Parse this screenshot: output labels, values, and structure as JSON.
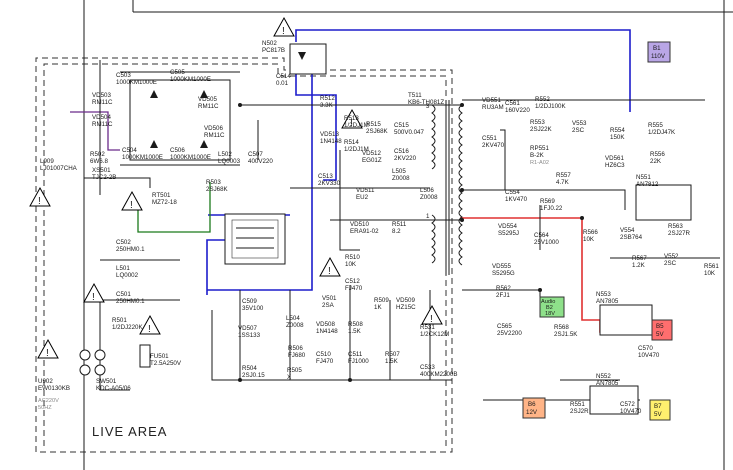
{
  "area_label": "LIVE AREA",
  "power": {
    "mains": [
      "AC220V",
      "50HZ"
    ],
    "switch": {
      "ref": "SW501",
      "part": "KDC-A05/06"
    },
    "fuse": {
      "ref": "FU501",
      "part": "T2.5A250V"
    },
    "socket": {
      "ref": "U902",
      "part": "EW0130KB"
    }
  },
  "components": [
    {
      "key": "n502",
      "ref": "N502",
      "part": "PC817B"
    },
    {
      "key": "c514",
      "ref": "C514",
      "part": "0.01"
    },
    {
      "key": "r512",
      "ref": "R512",
      "part": "3.3K"
    },
    {
      "key": "c503",
      "ref": "C503",
      "part": "1000KM1000E"
    },
    {
      "key": "c505",
      "ref": "C505",
      "part": "1000KM1000E"
    },
    {
      "key": "vd503",
      "ref": "VD503",
      "part": "RM11C"
    },
    {
      "key": "vd505",
      "ref": "VD505",
      "part": "RM11C"
    },
    {
      "key": "vd504",
      "ref": "VD504",
      "part": "RM11C"
    },
    {
      "key": "vd506",
      "ref": "VD506",
      "part": "RM11C"
    },
    {
      "key": "c504",
      "ref": "C504",
      "part": "1000KM1000E"
    },
    {
      "key": "c506",
      "ref": "C506",
      "part": "1000KM1000E"
    },
    {
      "key": "l502",
      "ref": "L502",
      "part": "LQ0003"
    },
    {
      "key": "c507",
      "ref": "C507",
      "part": "400V220"
    },
    {
      "key": "r502",
      "ref": "R502",
      "part": "6W6.8"
    },
    {
      "key": "l909",
      "ref": "L909",
      "part": "LJ01007CHA"
    },
    {
      "key": "xs501",
      "ref": "XS501",
      "part": "TJC2-2B"
    },
    {
      "key": "rt501",
      "ref": "RT501",
      "part": "MZ72-18"
    },
    {
      "key": "r503",
      "ref": "R503",
      "part": "2SJ68K"
    },
    {
      "key": "c502",
      "ref": "C502",
      "part": "250HM0.1"
    },
    {
      "key": "l501",
      "ref": "L501",
      "part": "LQ0002"
    },
    {
      "key": "c501",
      "ref": "C501",
      "part": "250HM0.1"
    },
    {
      "key": "r501",
      "ref": "R501",
      "part": "1/2DJ220K"
    },
    {
      "key": "r513",
      "ref": "R513",
      "part": "1/2DJ1M"
    },
    {
      "key": "vd513",
      "ref": "VD513",
      "part": "1N4148"
    },
    {
      "key": "r514",
      "ref": "R514",
      "part": "1/2DJ1M"
    },
    {
      "key": "r515",
      "ref": "R515",
      "part": "2SJ68K"
    },
    {
      "key": "c515",
      "ref": "C515",
      "part": "500V0.047"
    },
    {
      "key": "vd512",
      "ref": "VD512",
      "part": "EG01Z"
    },
    {
      "key": "c516",
      "ref": "C516",
      "part": "2KV220"
    },
    {
      "key": "l505",
      "ref": "L505",
      "part": "Z0008"
    },
    {
      "key": "c513",
      "ref": "C513",
      "part": "2KV330"
    },
    {
      "key": "vd511",
      "ref": "VD511",
      "part": "EU2"
    },
    {
      "key": "l506",
      "ref": "L506",
      "part": "Z0008"
    },
    {
      "key": "t511",
      "ref": "T511",
      "part": "KB6-TH081Z"
    },
    {
      "key": "vd551",
      "ref": "VD551",
      "part": "RU3AM"
    },
    {
      "key": "c561",
      "ref": "C561",
      "part": "160V220"
    },
    {
      "key": "c551",
      "ref": "C551",
      "part": "2KV470"
    },
    {
      "key": "r552",
      "ref": "R552",
      "part": "1/2DJ100K"
    },
    {
      "key": "r553",
      "ref": "R553",
      "part": "2SJ22K"
    },
    {
      "key": "v553",
      "ref": "V553",
      "part": "2SC"
    },
    {
      "key": "r554",
      "ref": "R554",
      "part": "150K"
    },
    {
      "key": "r555",
      "ref": "R555",
      "part": "1/2DJ47K"
    },
    {
      "key": "rp551",
      "ref": "RP551",
      "part": "B-2K"
    },
    {
      "key": "r557",
      "ref": "R557",
      "part": "4.7K"
    },
    {
      "key": "vd561",
      "ref": "VD561",
      "part": "HZ6C3"
    },
    {
      "key": "r556",
      "ref": "R556",
      "part": "22K"
    },
    {
      "key": "c554",
      "ref": "C554",
      "part": "1KV470"
    },
    {
      "key": "vd554",
      "ref": "VD554",
      "part": "S5295J"
    },
    {
      "key": "c564",
      "ref": "C564",
      "part": "25V1000"
    },
    {
      "key": "r569",
      "ref": "R569",
      "part": "1FJ0.22"
    },
    {
      "key": "n551",
      "ref": "N551",
      "part": "AN7812"
    },
    {
      "key": "r566",
      "ref": "R566",
      "part": "10K"
    },
    {
      "key": "v554",
      "ref": "V554",
      "part": "2SB764"
    },
    {
      "key": "r563",
      "ref": "R563",
      "part": "2SJ27R"
    },
    {
      "key": "r567",
      "ref": "R567",
      "part": "1.2K"
    },
    {
      "key": "v552",
      "ref": "V552",
      "part": "2SC"
    },
    {
      "key": "r561",
      "ref": "R561",
      "part": "10K"
    },
    {
      "key": "vd510",
      "ref": "VD510",
      "part": "ERA91-02"
    },
    {
      "key": "r511",
      "ref": "R511",
      "part": "8.2"
    },
    {
      "key": "r510",
      "ref": "R510",
      "part": "10K"
    },
    {
      "key": "c512",
      "ref": "C512",
      "part": "FJ470"
    },
    {
      "key": "v501",
      "ref": "V501",
      "part": "2SA"
    },
    {
      "key": "r509",
      "ref": "R509",
      "part": "1K"
    },
    {
      "key": "vd509",
      "ref": "VD509",
      "part": "HZ15C"
    },
    {
      "key": "vd555",
      "ref": "VD555",
      "part": "S5295G"
    },
    {
      "key": "r562",
      "ref": "R562",
      "part": "2FJ1"
    },
    {
      "key": "c565",
      "ref": "C565",
      "part": "25V2200"
    },
    {
      "key": "r568",
      "ref": "R568",
      "part": "2SJ1.5K"
    },
    {
      "key": "n553",
      "ref": "N553",
      "part": "AN7805"
    },
    {
      "key": "c570",
      "ref": "C570",
      "part": "10V470"
    },
    {
      "key": "c509",
      "ref": "C509",
      "part": "35V100"
    },
    {
      "key": "l504",
      "ref": "L504",
      "part": "Z0008"
    },
    {
      "key": "vd507",
      "ref": "VD507",
      "part": "1SS133"
    },
    {
      "key": "r506",
      "ref": "R506",
      "part": "FJ680"
    },
    {
      "key": "vd508",
      "ref": "VD508",
      "part": "1N4148"
    },
    {
      "key": "r508",
      "ref": "R508",
      "part": "1.5K"
    },
    {
      "key": "r531",
      "ref": "R531",
      "part": "1/2CK12M"
    },
    {
      "key": "c510",
      "ref": "C510",
      "part": "FJ470"
    },
    {
      "key": "c511",
      "ref": "C511",
      "part": "FJ1000"
    },
    {
      "key": "r507",
      "ref": "R507",
      "part": "1.5K"
    },
    {
      "key": "r504",
      "ref": "R504",
      "part": "2SJ0.15"
    },
    {
      "key": "r505",
      "ref": "R505",
      "part": "X"
    },
    {
      "key": "c533",
      "ref": "C533",
      "part": "400KM2200B"
    },
    {
      "key": "n552",
      "ref": "N552",
      "part": "AN7805"
    },
    {
      "key": "r551",
      "ref": "R551",
      "part": "2SJ2R"
    },
    {
      "key": "c572",
      "ref": "C572",
      "part": "10V470"
    }
  ],
  "misc": {
    "t511_pins": [
      "3",
      "1"
    ],
    "rp551_note": "R1-A02"
  },
  "outputs": [
    {
      "key": "b1",
      "ref": "B1",
      "value": "110V",
      "color": "#b9a6e6"
    },
    {
      "key": "audio",
      "ref": "Audio",
      "sub": "B2",
      "value": "18V",
      "color": "#8ee08a"
    },
    {
      "key": "b5",
      "ref": "B5",
      "value": "5V",
      "color": "#ff6e6e"
    },
    {
      "key": "b6",
      "ref": "B6",
      "value": "12V",
      "color": "#ffb487"
    },
    {
      "key": "b7",
      "ref": "B7",
      "value": "5V",
      "color": "#fff06e"
    }
  ]
}
